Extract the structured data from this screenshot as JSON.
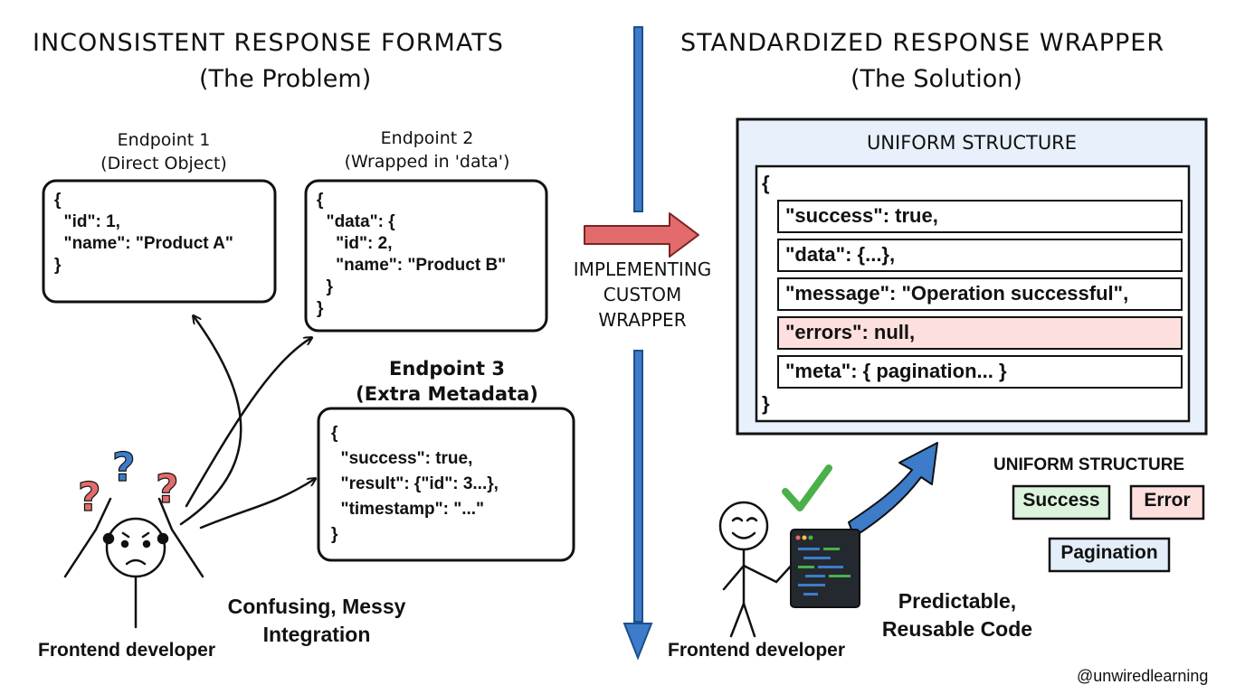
{
  "problem": {
    "title": "INCONSISTENT RESPONSE FORMATS",
    "subtitle": "(The Problem)",
    "endpoint1": {
      "label": "Endpoint 1\n(Direct Object)",
      "code": "{\n  \"id\": 1,\n  \"name\": \"Product A\"\n}"
    },
    "endpoint2": {
      "label": "Endpoint 2\n(Wrapped in 'data')",
      "code": "{\n  \"data\": {\n    \"id\": 2,\n    \"name\": \"Product B\"\n  }\n}"
    },
    "endpoint3": {
      "label": "Endpoint 3\n(Extra Metadata)",
      "code": "{\n  \"success\": true,\n  \"result\": {\"id\": 3...},\n  \"timestamp\": \"...\"\n}"
    },
    "caption": "Confusing, Messy\nIntegration",
    "developer": "Frontend developer"
  },
  "middle": {
    "arrow_label": "IMPLEMENTING\nCUSTOM\nWRAPPER"
  },
  "solution": {
    "title": "STANDARDIZED RESPONSE WRAPPER",
    "subtitle": "(The Solution)",
    "box_title": "UNIFORM STRUCTURE",
    "open_brace": "{",
    "close_brace": "}",
    "fields": [
      "\"success\": true,",
      "\"data\": {...},",
      "\"message\": \"Operation successful\",",
      "\"errors\": null,",
      "\"meta\": { pagination... }"
    ],
    "legend_title": "UNIFORM STRUCTURE",
    "chips": [
      "Success",
      "Error",
      "Pagination"
    ],
    "caption": "Predictable,\nReusable Code",
    "developer": "Frontend developer"
  },
  "credit": "@unwiredlearning",
  "icons": [
    "question-mark-icon",
    "check-mark-icon",
    "arrow-icon",
    "code-window-icon"
  ],
  "colors": {
    "divider": "#3d7cc9",
    "highlight_red": "#e36b6b",
    "solution_bg": "#e8f1fb",
    "error_bg": "#fde0de",
    "success_chip": "#dcf3dd",
    "pagination_chip": "#e3eef9",
    "check": "#49b04a"
  }
}
